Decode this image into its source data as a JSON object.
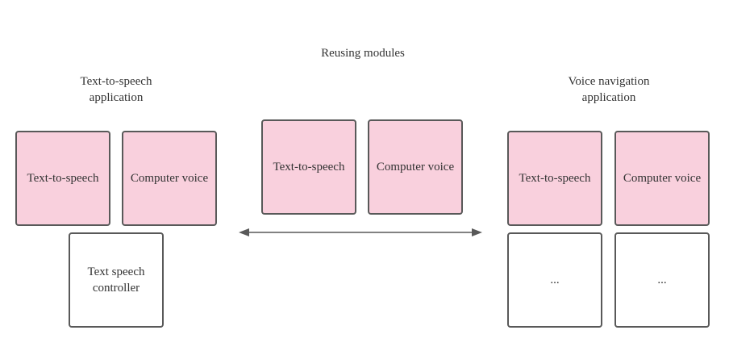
{
  "center": {
    "title": "Reusing modules",
    "modules": [
      {
        "label": "Text-to-speech"
      },
      {
        "label": "Computer voice"
      }
    ]
  },
  "left_app": {
    "title": "Text-to-speech\napplication",
    "modules": [
      {
        "label": "Text-to-speech"
      },
      {
        "label": "Computer voice"
      }
    ],
    "controller": {
      "label": "Text speech\ncontroller"
    }
  },
  "right_app": {
    "title": "Voice navigation\napplication",
    "modules": [
      {
        "label": "Text-to-speech"
      },
      {
        "label": "Computer voice"
      }
    ],
    "extra": [
      {
        "label": "..."
      },
      {
        "label": "..."
      }
    ]
  },
  "colors": {
    "module_fill": "#f9d0dd",
    "border": "#595959",
    "arrow": "#595959"
  }
}
